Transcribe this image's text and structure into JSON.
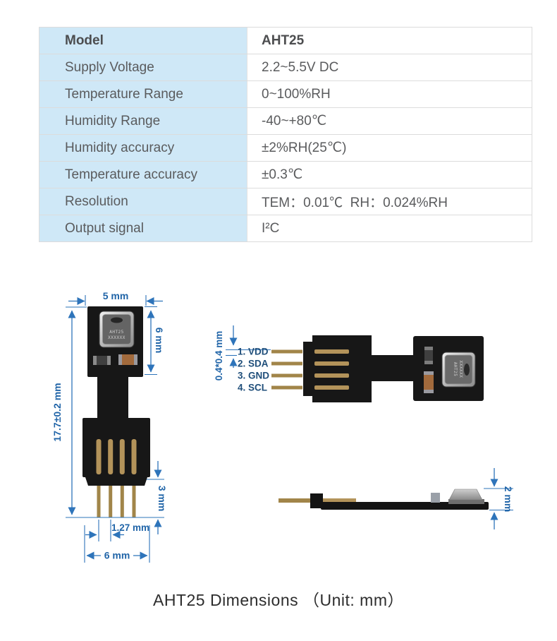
{
  "table": {
    "rows": [
      {
        "label": "Model",
        "value": "AHT25"
      },
      {
        "label": "Supply Voltage",
        "value": "2.2~5.5V DC"
      },
      {
        "label": "Temperature Range",
        "value": "0~100%RH"
      },
      {
        "label": "Humidity Range",
        "value": "-40~+80℃"
      },
      {
        "label": "Humidity accuracy",
        "value": "±2%RH(25℃)"
      },
      {
        "label": "Temperature accuracy",
        "value": "±0.3℃"
      },
      {
        "label": "Resolution",
        "value": "TEM：0.01℃  RH：0.024%RH"
      },
      {
        "label": "Output signal",
        "value": "I²C"
      }
    ]
  },
  "front_view": {
    "top_width": "5 mm",
    "head_height": "6 mm",
    "total_height": "17.7±0.2 mm",
    "pin_length": "3 mm",
    "pin_pitch": "1.27 mm",
    "bottom_width": "6 mm",
    "chip_line1": "AHT25",
    "chip_line2": "XXXXXX"
  },
  "top_view": {
    "pin_cross_section": "0.4*0.4 mm",
    "pin_labels": [
      "1. VDD",
      "2. SDA",
      "3. GND",
      "4. SCL"
    ],
    "chip_line1": "AHT25",
    "chip_line2": "XXXXXX"
  },
  "side_view": {
    "thickness": "2 mm"
  },
  "caption": "AHT25  Dimensions （Unit: mm）",
  "colors": {
    "table_key_bg": "#cfe8f7",
    "table_border": "#dcdcdc",
    "dimension_blue": "#2e74ba",
    "pin_label_navy": "#1f4e7a",
    "pcb_black": "#171717",
    "gold": "#b3935a"
  }
}
